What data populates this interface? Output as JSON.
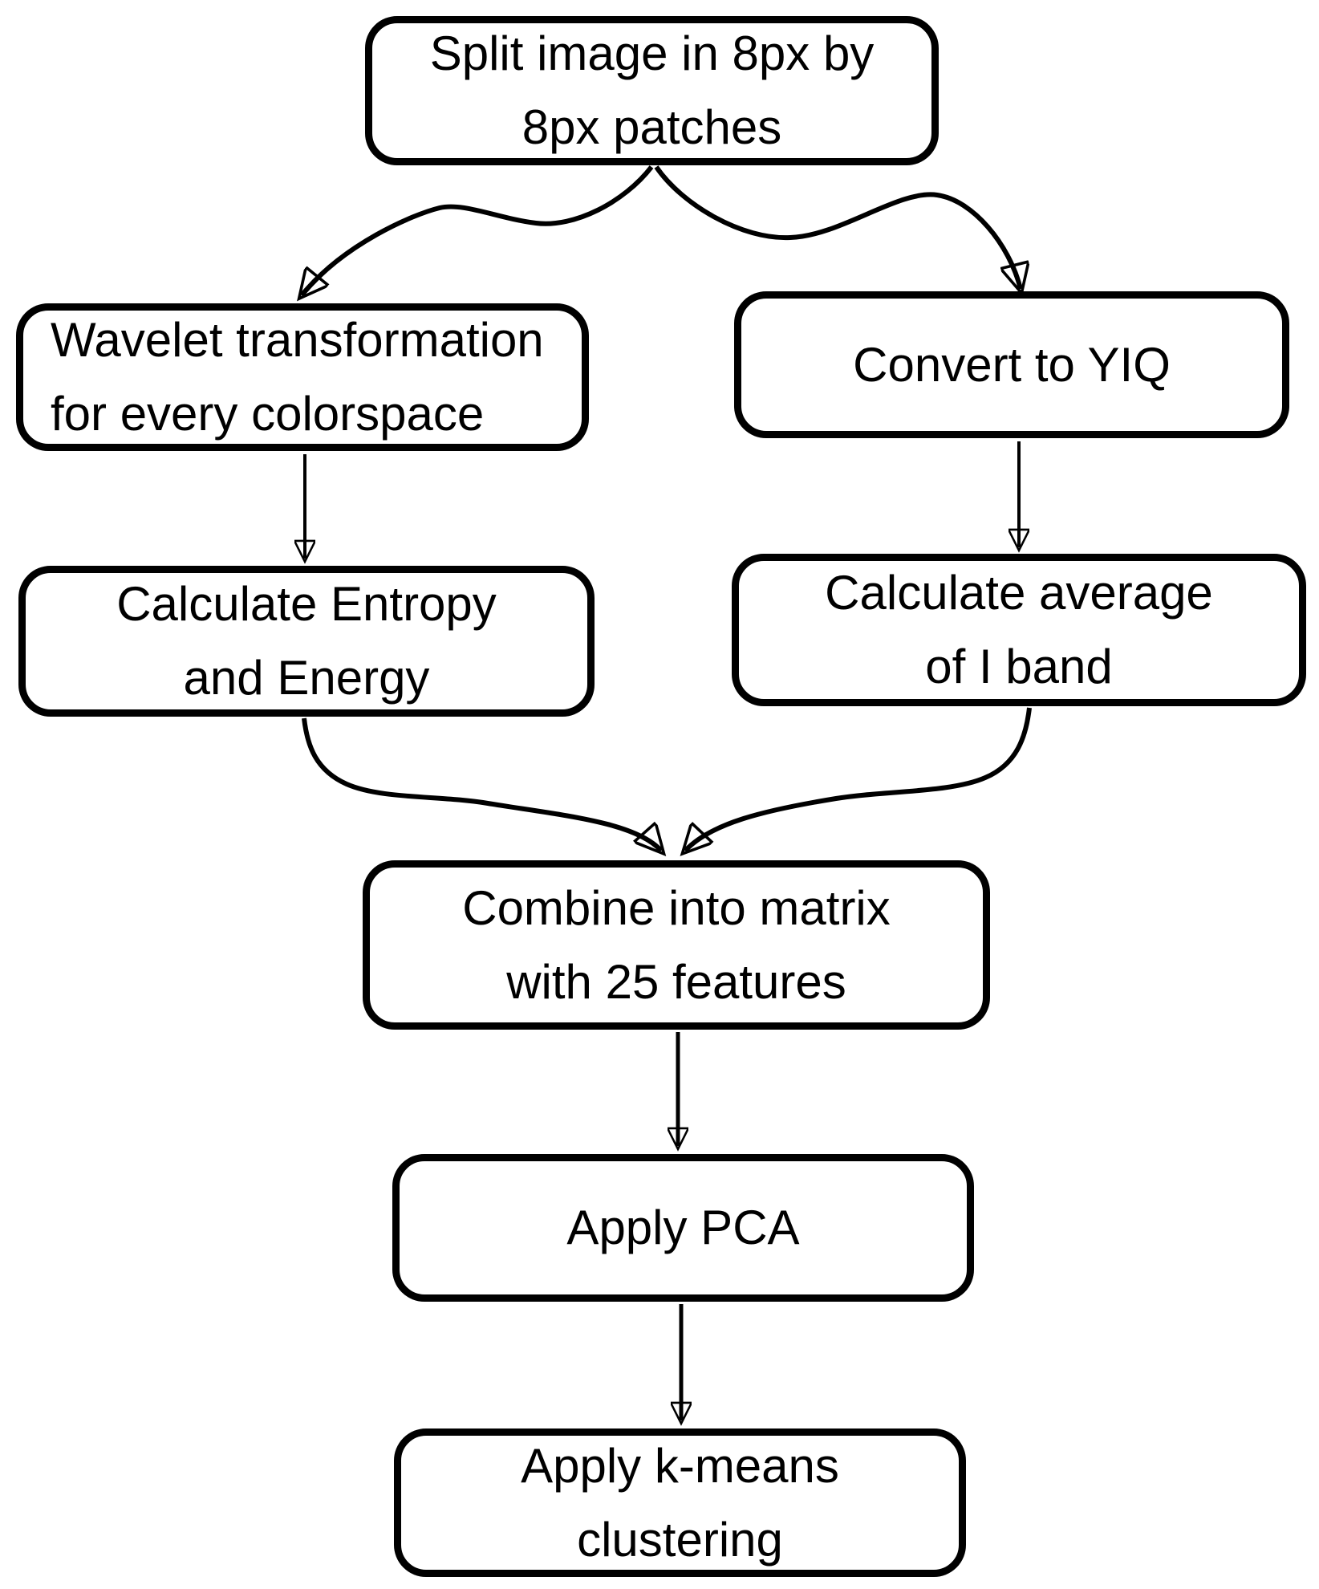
{
  "figure": {
    "type": "flowchart",
    "background_color": "#ffffff",
    "line_color": "#000000",
    "text_color": "#000000"
  },
  "nodes": {
    "split": {
      "lines": [
        "Split image in 8px by",
        "8px patches"
      ]
    },
    "wavelet": {
      "lines": [
        "Wavelet transformation",
        "for every colorspace"
      ]
    },
    "yiq": {
      "lines": [
        "Convert to YIQ"
      ]
    },
    "entropy": {
      "lines": [
        "Calculate Entropy",
        "and Energy"
      ]
    },
    "average": {
      "lines": [
        "Calculate average",
        "of I band"
      ]
    },
    "combine": {
      "lines": [
        "Combine into matrix",
        "with 25 features"
      ]
    },
    "pca": {
      "lines": [
        "Apply PCA"
      ]
    },
    "kmeans": {
      "lines": [
        "Apply k-means",
        "clustering"
      ]
    }
  },
  "edges": [
    {
      "from": "split",
      "to": "wavelet",
      "style": "curved"
    },
    {
      "from": "split",
      "to": "yiq",
      "style": "curved"
    },
    {
      "from": "wavelet",
      "to": "entropy",
      "style": "straight"
    },
    {
      "from": "yiq",
      "to": "average",
      "style": "straight"
    },
    {
      "from": "entropy",
      "to": "combine",
      "style": "curved"
    },
    {
      "from": "average",
      "to": "combine",
      "style": "curved"
    },
    {
      "from": "combine",
      "to": "pca",
      "style": "straight"
    },
    {
      "from": "pca",
      "to": "kmeans",
      "style": "straight"
    }
  ]
}
